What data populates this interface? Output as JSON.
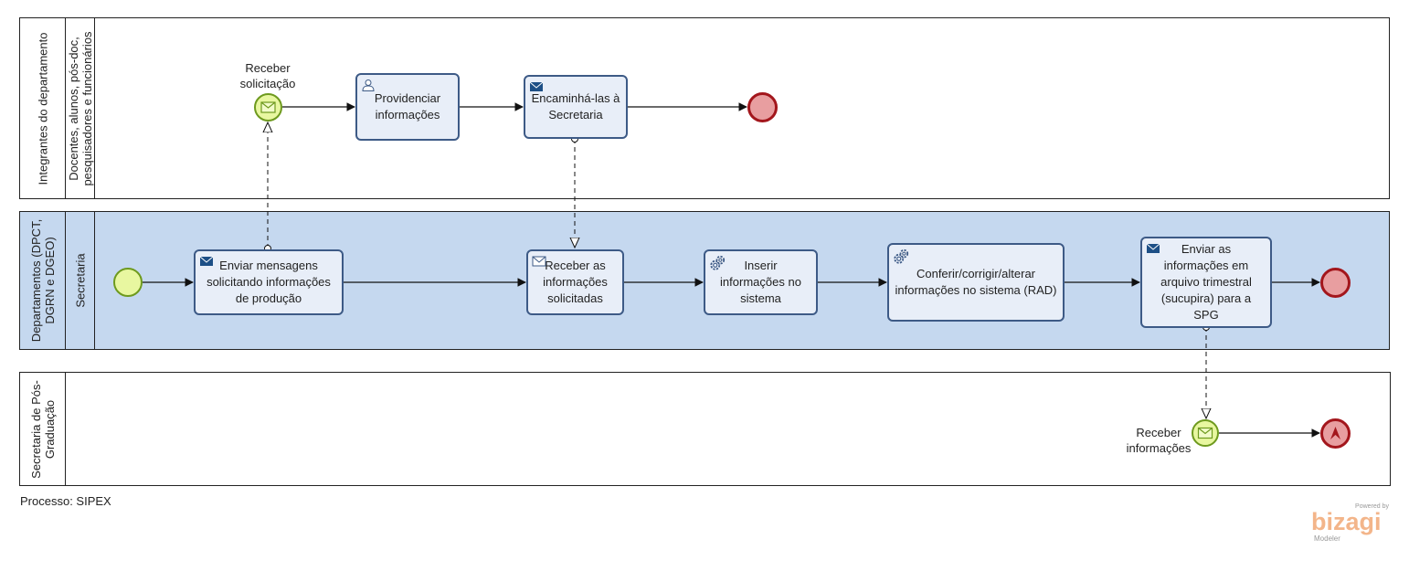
{
  "pools": {
    "integrantes": {
      "title": "Integrantes do departamento",
      "lane": "Docentes, alunos, pós-doc,\npesquisadores e funcionários"
    },
    "departamentos": {
      "title": "Departamentos (DPCT,\nDGRN e DGEO)",
      "lane": "Secretaria"
    },
    "secretaria_pos": {
      "title": "Secretaria de Pós-\nGraduação"
    }
  },
  "events": {
    "receber_solicitacao": "Receber\nsolicitação",
    "receber_informacoes": "Receber\ninformações"
  },
  "tasks": {
    "providenciar": "Providenciar informações",
    "encaminhar": "Encaminhá-las à Secretaria",
    "enviar_mensagens": "Enviar mensagens solicitando informações de produção",
    "receber_informacoes": "Receber as informações solicitadas",
    "inserir": "Inserir informações no sistema",
    "conferir": "Conferir/corrigir/alterar informações no sistema (RAD)",
    "enviar_spg": "Enviar as informações em arquivo trimestral (sucupira) para a SPG"
  },
  "icons": {
    "user_task": "user-icon",
    "send_task": "envelope-filled-icon",
    "receive_task": "envelope-outline-icon",
    "service_task": "gear-icon",
    "message_event": "envelope-icon",
    "escalation_end": "escalation-icon"
  },
  "colors": {
    "lane_highlight": "#c5d8ef",
    "task_fill": "#e8eef8",
    "task_border": "#3d5a86",
    "start_fill": "#e8f7a0",
    "start_border": "#6e9a1e",
    "end_fill": "#e89ea0",
    "end_border": "#a3161c"
  },
  "footer": {
    "process": "Processo: SIPEX"
  },
  "branding": {
    "powered_by": "Powered by",
    "name": "bizagi",
    "sub": "Modeler"
  }
}
